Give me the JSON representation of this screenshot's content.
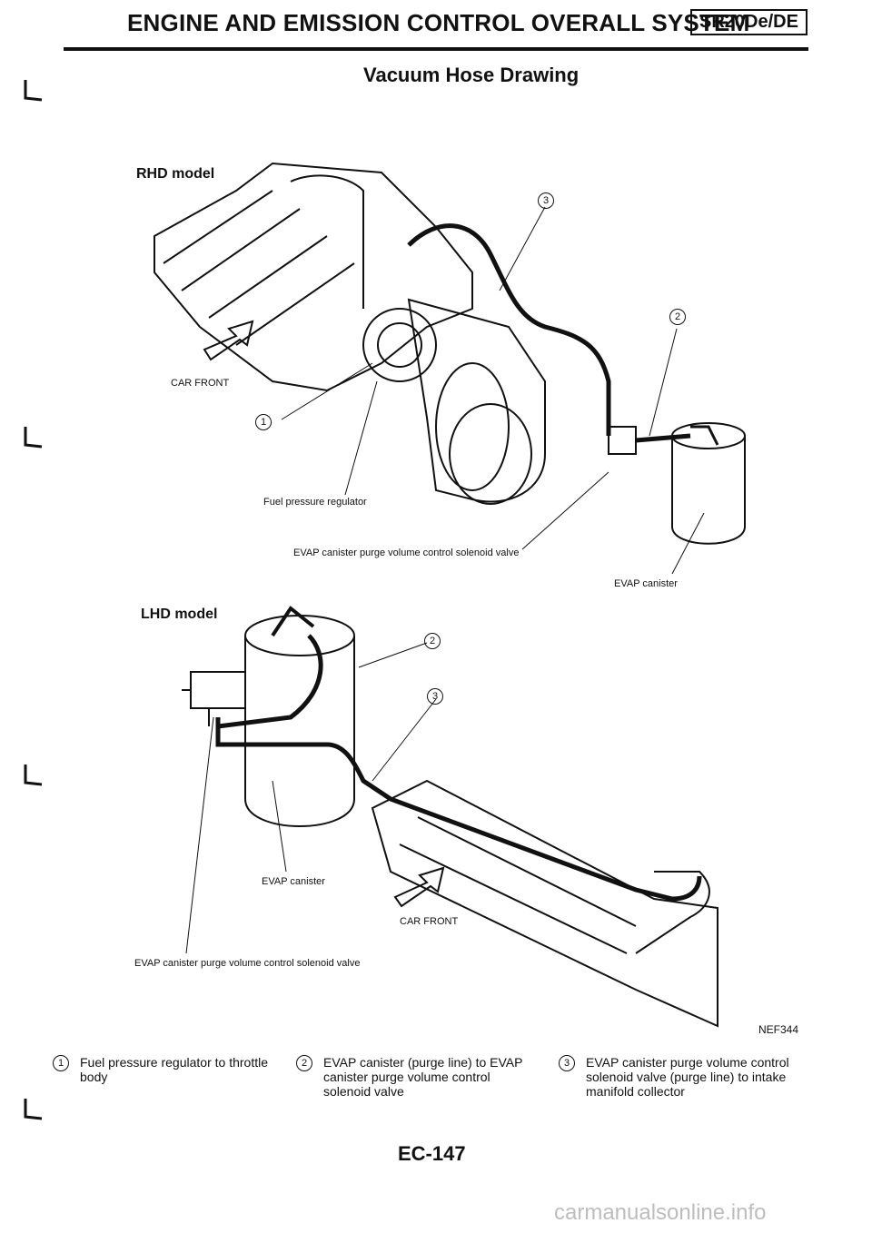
{
  "header": {
    "title": "ENGINE AND EMISSION CONTROL OVERALL SYSTEM",
    "badge": "SR20De/DE"
  },
  "section_title": "Vacuum Hose Drawing",
  "rhd": {
    "label": "RHD model",
    "car_front": "CAR FRONT",
    "fuel_pressure_regulator": "Fuel pressure regulator",
    "purge_valve": "EVAP canister purge volume control solenoid valve",
    "evap_canister": "EVAP canister",
    "callouts": [
      "1",
      "2",
      "3"
    ]
  },
  "lhd": {
    "label": "LHD model",
    "evap_canister": "EVAP canister",
    "car_front": "CAR FRONT",
    "purge_valve": "EVAP canister purge volume control solenoid valve",
    "callouts": [
      "2",
      "3"
    ]
  },
  "figure_code": "NEF344",
  "legend": [
    {
      "num": "1",
      "text": "Fuel pressure regulator to throttle body"
    },
    {
      "num": "2",
      "text": "EVAP canister (purge line) to EVAP canister purge volume control solenoid valve"
    },
    {
      "num": "3",
      "text": "EVAP canister purge volume control solenoid valve (purge line) to intake manifold collector"
    }
  ],
  "page_number": "EC-147",
  "watermark": "carmanualsonline.info"
}
